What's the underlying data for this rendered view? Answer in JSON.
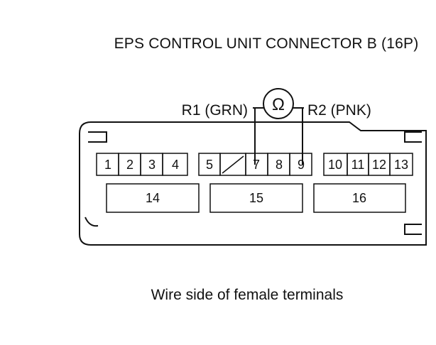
{
  "diagram": {
    "title": "EPS CONTROL UNIT CONNECTOR B (16P)",
    "caption": "Wire side of female terminals",
    "meter_symbol": "Ω",
    "probe_left": "R1 (GRN)",
    "probe_right": "R2 (PNK)",
    "terminals_top": {
      "t1": "1",
      "t2": "2",
      "t3": "3",
      "t4": "4",
      "t5": "5",
      "t7": "7",
      "t8": "8",
      "t9": "9",
      "t10": "10",
      "t11": "11",
      "t12": "12",
      "t13": "13"
    },
    "terminals_bottom": {
      "t14": "14",
      "t15": "15",
      "t16": "16"
    }
  }
}
